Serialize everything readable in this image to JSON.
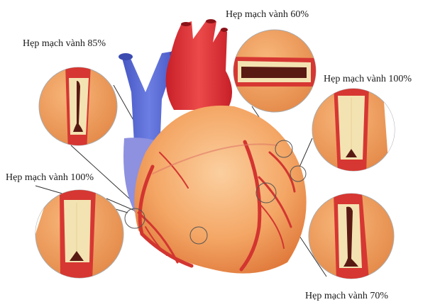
{
  "diagram": {
    "subject": "Heart with coronary artery stenosis callouts",
    "colors": {
      "heart": "#f4a766",
      "heart_shade": "#e8864a",
      "aorta": "#e4333a",
      "vena_cava": "#5d6fd6",
      "atrium": "#8f8fe0",
      "artery": "#d93a35",
      "plaque": "#f5e4b0",
      "lumen": "#5a1a14",
      "leader_line": "#333333"
    },
    "callouts": [
      {
        "id": "top-left",
        "label": "Hẹp mạch vành 85%",
        "percent": 85
      },
      {
        "id": "top-center",
        "label": "Hẹp mạch vành 60%",
        "percent": 60
      },
      {
        "id": "right-upper",
        "label": "Hẹp mạch vành 100%",
        "percent": 100
      },
      {
        "id": "left-lower",
        "label": "Hẹp mạch vành 100%",
        "percent": 100
      },
      {
        "id": "right-lower",
        "label": "Hẹp mạch vành 70%",
        "percent": 70
      }
    ]
  }
}
